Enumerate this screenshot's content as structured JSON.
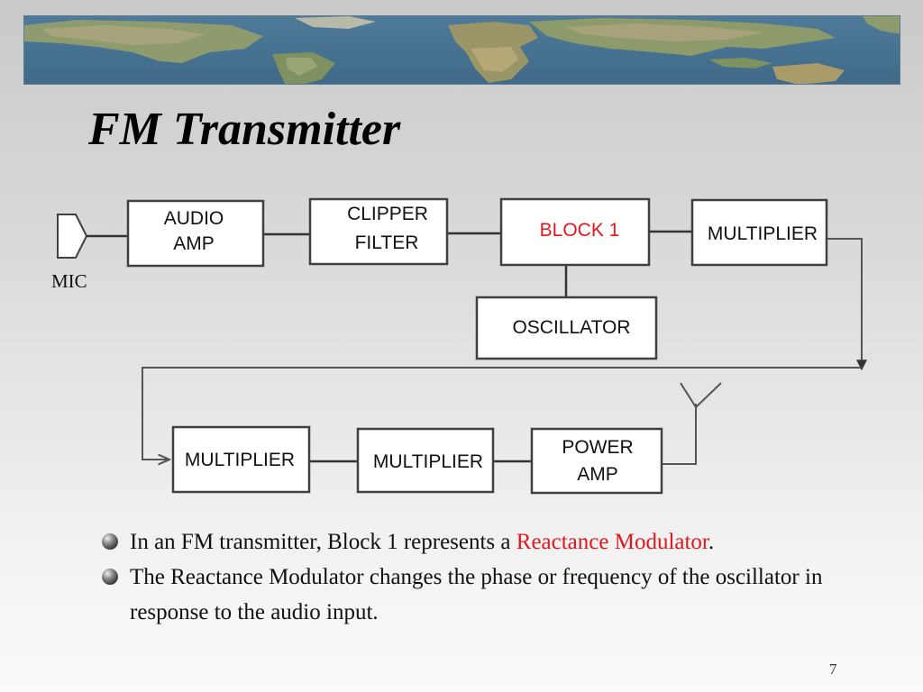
{
  "slide": {
    "title": "FM Transmitter",
    "page_number": "7"
  },
  "diagram": {
    "mic_label": "MIC",
    "blocks": {
      "audio_amp": [
        "AUDIO",
        "AMP"
      ],
      "clipper_filter": [
        "CLIPPER",
        "FILTER"
      ],
      "block1": "BLOCK 1",
      "multiplier_top": "MULTIPLIER",
      "oscillator": "OSCILLATOR",
      "multiplier_bottom_left": "MULTIPLIER",
      "multiplier_bottom_mid": "MULTIPLIER",
      "power_amp": [
        "POWER",
        "AMP"
      ]
    }
  },
  "bullets": [
    {
      "before": "In an FM transmitter, Block 1 represents a ",
      "highlight": "Reactance Modulator",
      "after": "."
    },
    {
      "text": "The Reactance Modulator changes the phase or frequency of the oscillator in response to the audio input."
    }
  ],
  "colors": {
    "highlight": "#e3171b",
    "background_top": "#c9c9c9",
    "background_bottom": "#fbfbfb"
  }
}
